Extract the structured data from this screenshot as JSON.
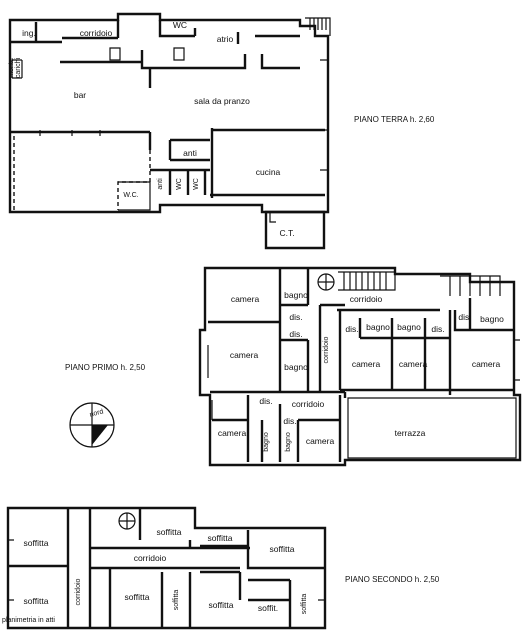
{
  "floors": {
    "ground": {
      "label": "PIANO TERRA h. 2,60",
      "rooms": {
        "ing": "ing.",
        "corridoio": "corridoio",
        "wc": "WC",
        "atrio": "atrio",
        "monta_carichi_1": "monta",
        "monta_carichi_2": "carichi",
        "bar": "bar",
        "sala_da_pranzo": "sala da pranzo",
        "anti_1": "anti",
        "anti_2": "anti",
        "wc_1": "WC",
        "wc_2": "WC",
        "wc_3": "W.C.",
        "cucina": "cucina",
        "ct": "C.T."
      }
    },
    "first": {
      "label": "PIANO PRIMO h. 2,50",
      "rooms": {
        "camera_1": "camera",
        "bagno_1": "bagno",
        "corridoio_1": "corridoio",
        "dis_1": "dis.",
        "dis_2": "dis.",
        "camera_2": "camera",
        "bagno_2": "bagno",
        "corridoio_v": "corridoio",
        "dis_3": "dis.",
        "bagno_3": "bagno",
        "bagno_4": "bagno",
        "dis_4": "dis.",
        "dis_5": "dis.",
        "bagno_5": "bagno",
        "camera_3": "camera",
        "camera_4": "camera",
        "camera_5": "camera",
        "dis_6": "dis.",
        "corridoio_2": "corridoio",
        "dis_7": "dis.",
        "camera_6": "camera",
        "bagno_6": "bagno",
        "bagno_7": "bagno",
        "camera_7": "camera",
        "terrazza": "terrazza"
      }
    },
    "second": {
      "label": "PIANO SECONDO h. 2,50",
      "rooms": {
        "soffitta_1": "soffitta",
        "soffitta_2": "soffitta",
        "soffitta_3": "soffitta",
        "soffitta_4": "soffitta",
        "corridoio_1": "corridoio",
        "corridoio_v": "corridoio",
        "soffitta_5": "soffitta",
        "soffitta_6": "soffitta",
        "soffitta_7": "soffitta",
        "soffitta_8": "soffitta",
        "soffit": "soffit.",
        "soffitta_9": "soffitta"
      }
    }
  },
  "compass": {
    "label": "nord"
  },
  "footer": {
    "text": "planimetria in atti"
  }
}
